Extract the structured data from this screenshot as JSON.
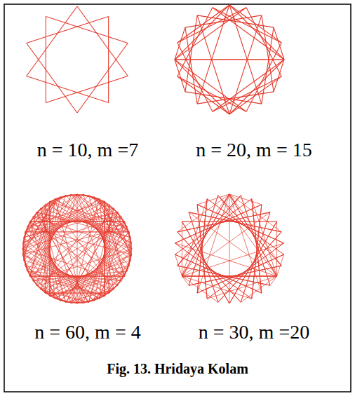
{
  "diagram": {
    "caption": "Fig. 13. Hridaya Kolam",
    "labels": [
      "n = 10, m =7",
      "n = 20, m = 15",
      "n = 60, m = 4",
      "n = 30, m =20"
    ]
  }
}
